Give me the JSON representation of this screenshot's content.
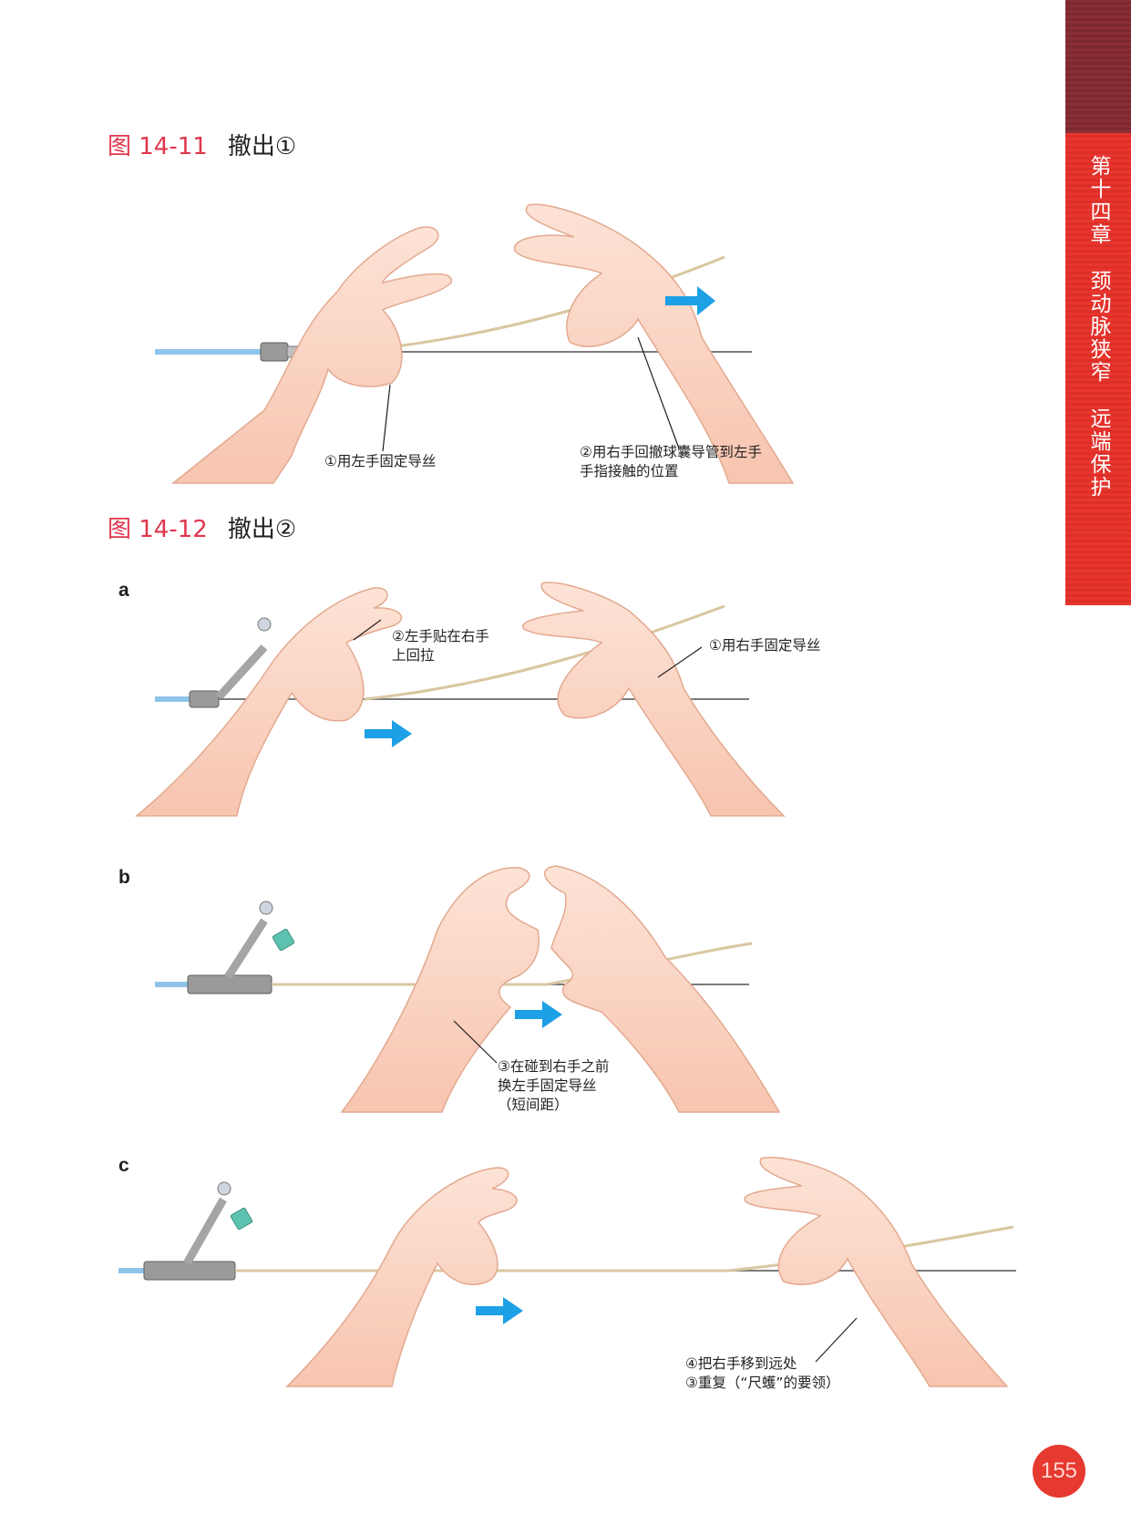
{
  "chapter_tab": {
    "chapter": "第十四章",
    "topic": "颈动脉狭窄",
    "subtopic": "远端保护"
  },
  "figure_14_11": {
    "number": "图 14-11",
    "title": "撤出①",
    "callout_left": "①用左手固定导丝",
    "callout_right": "②用右手回撤球囊导管到左手\n手指接触的位置"
  },
  "figure_14_12": {
    "number": "图 14-12",
    "title": "撤出②",
    "panel_a": {
      "letter": "a",
      "callout_left": "②左手贴在右手\n上回拉",
      "callout_right": "①用右手固定导丝"
    },
    "panel_b": {
      "letter": "b",
      "callout": "③在碰到右手之前\n换左手固定导丝\n（短间距）"
    },
    "panel_c": {
      "letter": "c",
      "callout": "④把右手移到远处\n③重复（“尺蠖”的要领）"
    }
  },
  "colors": {
    "figure_number": "#e0364d",
    "arrow": "#1ea0e6",
    "skin": "#fbd6c4",
    "tab_red": "#e8362f",
    "tab_dark": "#8a2e35"
  },
  "page": {
    "number": "155"
  }
}
